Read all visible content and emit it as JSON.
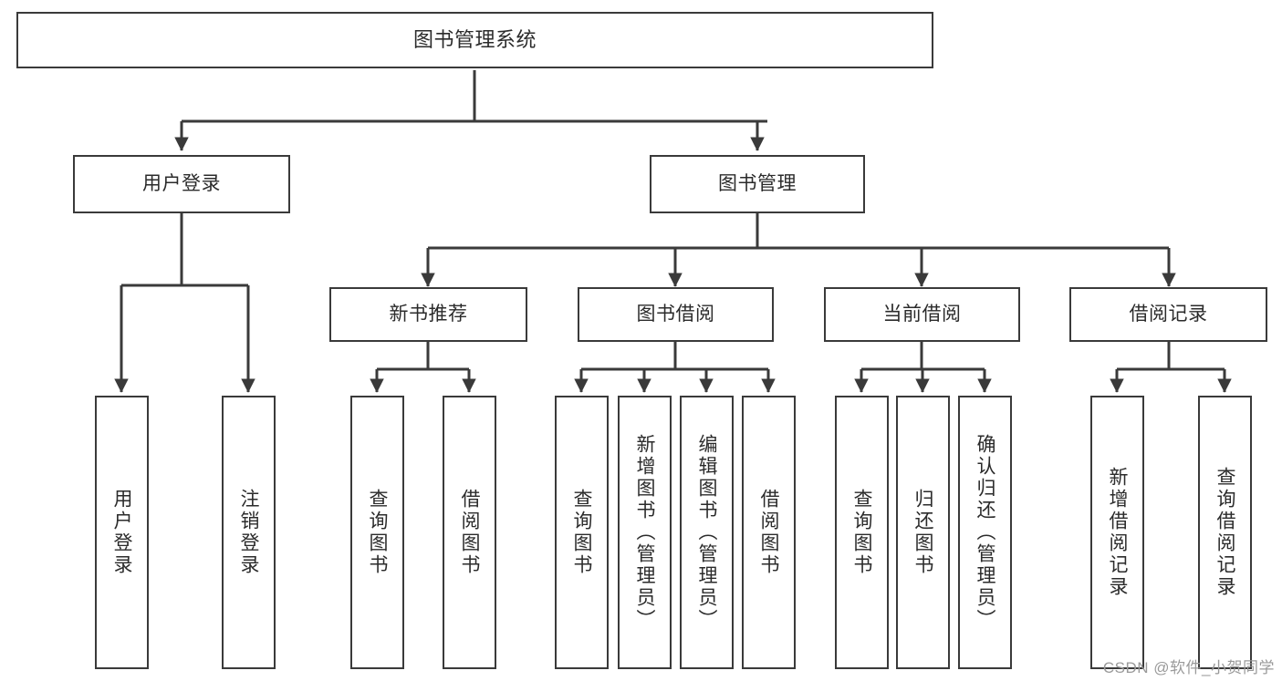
{
  "diagram": {
    "title": "图书管理系统",
    "type": "tree-hierarchy-chart",
    "orientation": "top-down",
    "line_color": "#3a3a3a",
    "box_fill": "#ffffff",
    "text_color": "#2b2b2b"
  },
  "nodes": {
    "root": {
      "label": "图书管理系统"
    },
    "level1": [
      {
        "label": "用户登录"
      },
      {
        "label": "图书管理"
      }
    ],
    "level2": [
      {
        "label": "新书推荐"
      },
      {
        "label": "图书借阅"
      },
      {
        "label": "当前借阅"
      },
      {
        "label": "借阅记录"
      }
    ],
    "leaves": {
      "user_login": [
        {
          "label": "用户登录"
        },
        {
          "label": "注销登录"
        }
      ],
      "new_book_recommend": [
        {
          "label": "查询图书"
        },
        {
          "label": "借阅图书"
        }
      ],
      "book_borrow": [
        {
          "label": "查询图书"
        },
        {
          "label": "新增图书（管理员）"
        },
        {
          "label": "编辑图书（管理员）"
        },
        {
          "label": "借阅图书"
        }
      ],
      "current_borrow": [
        {
          "label": "查询图书"
        },
        {
          "label": "归还图书"
        },
        {
          "label": "确认归还（管理员）"
        }
      ],
      "borrow_record": [
        {
          "label": "新增借阅记录"
        },
        {
          "label": "查询借阅记录"
        }
      ]
    }
  },
  "watermark": {
    "text": "CSDN @软件_小贺同学"
  }
}
